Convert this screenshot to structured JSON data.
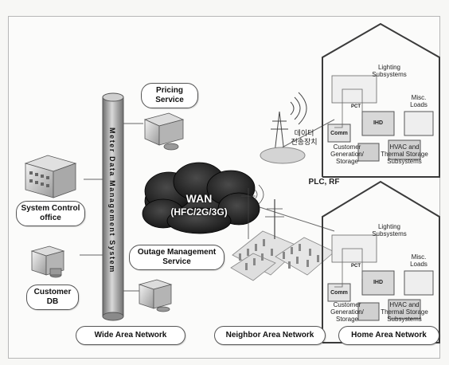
{
  "labels": {
    "pricing_service": [
      "Pricing",
      "Service"
    ],
    "system_control_office": [
      "System Control",
      "office"
    ],
    "customer_db": [
      "Customer",
      "DB"
    ],
    "outage_management": [
      "Outage Management",
      "Service"
    ],
    "wide_area_network": "Wide Area Network",
    "neighbor_area_network": "Neighbor Area Network",
    "home_area_network": "Home Area Network",
    "mdms_vertical": "Meter Data Management System",
    "wan_title": "WAN",
    "wan_sub": "(HFC/2G/3G)",
    "plc_rf": "PLC, RF",
    "data_transfer_device": [
      "데이터",
      "전송장치"
    ]
  },
  "house_top": {
    "lighting": [
      "Lighting",
      "Subsystems"
    ],
    "misc_loads": [
      "Misc.",
      "Loads"
    ],
    "customer_gen": [
      "Customer",
      "Generation/",
      "Storage"
    ],
    "hvac": [
      "HVAC and",
      "Thermal Storage",
      "Subsystems"
    ],
    "comm": "Comm",
    "pct": "PCT",
    "ihd": "IHD"
  },
  "house_bottom": {
    "lighting": [
      "Lighting",
      "Subsystems"
    ],
    "misc_loads": [
      "Misc.",
      "Loads"
    ],
    "customer_gen": [
      "Customer",
      "Generation/",
      "Storage"
    ],
    "hvac": [
      "HVAC and",
      "Thermal Storage",
      "Subsystems"
    ],
    "comm": "Comm",
    "pct": "PCT",
    "ihd": "IHD"
  },
  "colors": {
    "cylinder": "#8a8a8a",
    "cloud": "#1f1f1f",
    "house_outline": "#3a3a3a"
  }
}
